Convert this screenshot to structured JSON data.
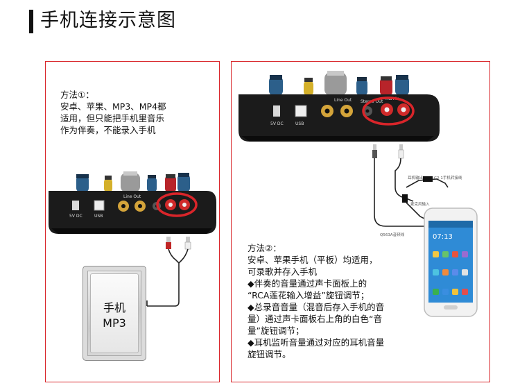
{
  "page": {
    "title": "手机连接示意图"
  },
  "method1": {
    "heading": "方法①：",
    "lines": [
      "安卓、苹果、MP3、MP4都",
      "适用，但只能把手机里音乐",
      "作为伴奏，不能录入手机"
    ]
  },
  "method2": {
    "heading": "方法②：",
    "lines": [
      "安卓、苹果手机（平板）均适用，",
      "可录歌并存入手机",
      "◆伴奏的音量通过声卡面板上的",
      "“RCA莲花输入增益”旋钮调节；",
      "◆总录音音量（混音后存入手机的音",
      "量）通过声卡面板右上角的白色“音",
      "量”旋钮调节；",
      "◆耳机监听音量通过对应的耳机音量",
      "旋钮调节。"
    ]
  },
  "source_device": {
    "line1": "手机",
    "line2": "MP3"
  },
  "soundcard": {
    "dc_label": "5V DC",
    "usb_label": "USB",
    "line_out_label": "Line Out",
    "stereo_out_label": "Stereo Out",
    "rca_in_label": "RCA In"
  },
  "cable_labels": {
    "adapter": "C2-1手机转接线",
    "headphone_out": "耳机输出",
    "mic_in": "麦克风输入",
    "audio_cable": "Q563A音频线"
  },
  "phone_screen": {
    "time": "07:13"
  },
  "colors": {
    "highlight_red": "#d9252a",
    "body_dark": "#1b1b1b",
    "knob_blue": "#2c5f8a",
    "knob_yellow": "#d4b02a",
    "knob_red": "#b8242a",
    "phone_screen_blue": "#2f8bd6"
  }
}
